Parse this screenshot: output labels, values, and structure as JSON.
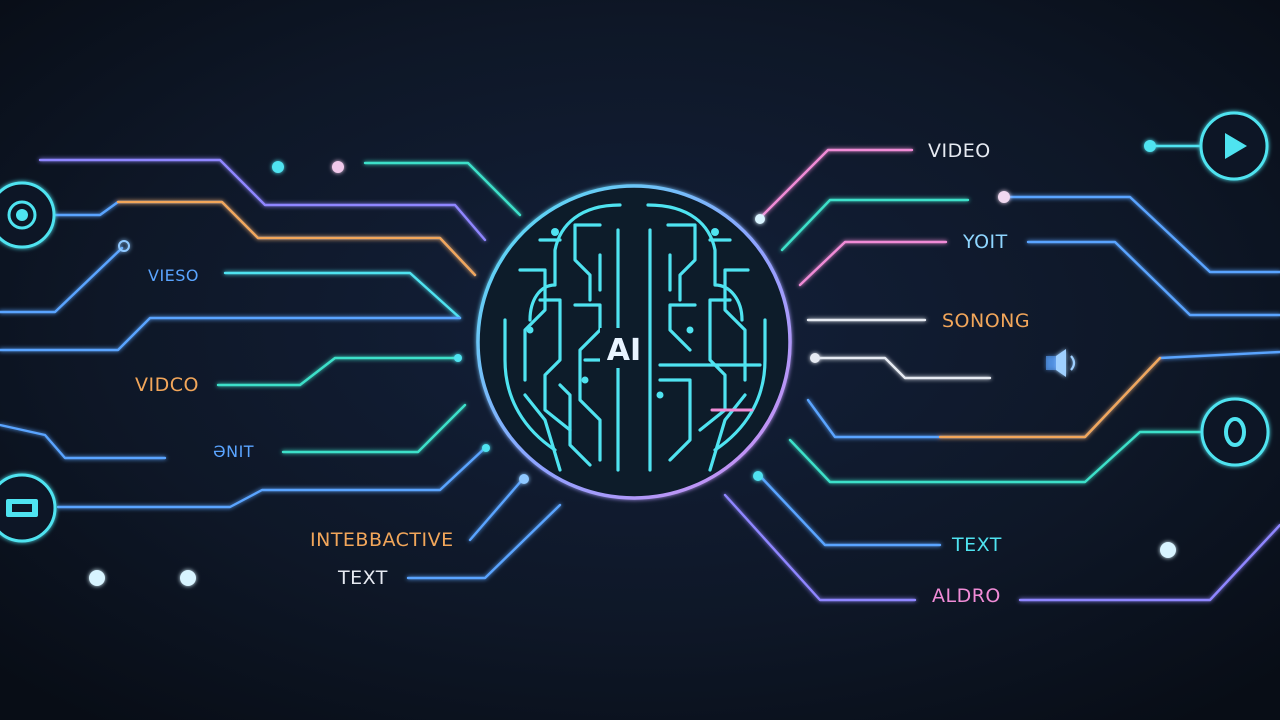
{
  "colors": {
    "background": "#0c1320",
    "cyan": "#4fe3f0",
    "teal": "#3de0c9",
    "blue": "#5aa4ff",
    "violet": "#8f86ff",
    "pink": "#f08bd6",
    "orange": "#f2a65a",
    "white": "#e6eaf2"
  },
  "core": {
    "label": "AI"
  },
  "labels": {
    "left_video_1": "VIESO",
    "left_video_2": "VIDCO",
    "left_unit": "ƏNIT",
    "left_interactive": "INTEBBACTIVE",
    "left_text": "TEXT",
    "right_video": "VIDEO",
    "right_yoit": "YOIT",
    "right_sonong": "SONONG",
    "right_text": "TEXT",
    "right_audio": "ALDRO"
  },
  "icons": {
    "left_top": "target-icon",
    "left_bottom": "monitor-icon",
    "right_top": "play-icon",
    "right_middle": "zero-icon",
    "right_audio": "speaker-icon"
  }
}
